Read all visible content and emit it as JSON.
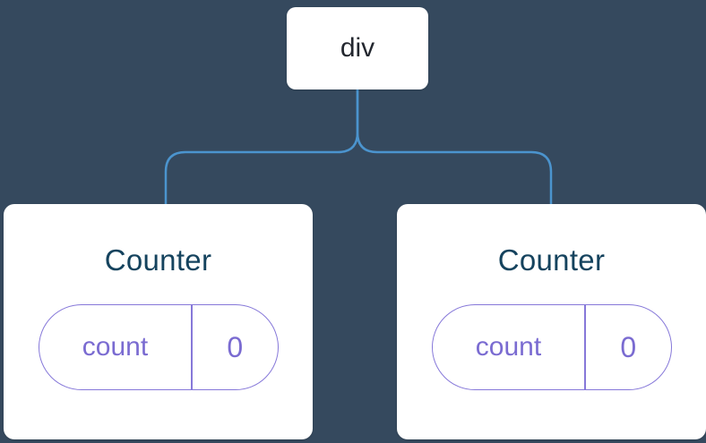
{
  "diagram": {
    "type": "component-tree",
    "root": {
      "label": "div"
    },
    "children": [
      {
        "title": "Counter",
        "state": {
          "key": "count",
          "value": "0"
        }
      },
      {
        "title": "Counter",
        "state": {
          "key": "count",
          "value": "0"
        }
      }
    ]
  },
  "colors": {
    "background": "#35495E",
    "card": "#FFFFFF",
    "connector": "#4B94CE",
    "root_text": "#23272F",
    "title_text": "#15435E",
    "accent_purple": "#7A6BD1",
    "pill_border": "#8678D9"
  }
}
